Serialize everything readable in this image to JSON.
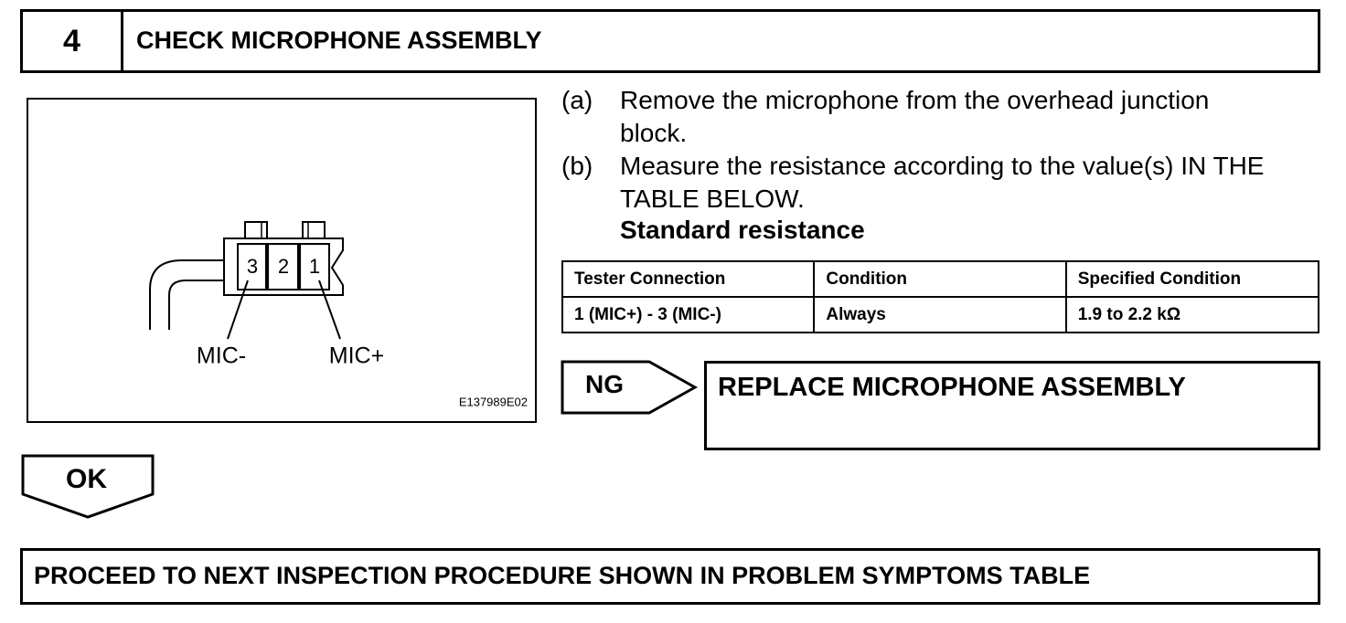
{
  "step": {
    "number": "4",
    "title": "CHECK MICROPHONE ASSEMBLY"
  },
  "diagram": {
    "pins": [
      "3",
      "2",
      "1"
    ],
    "label_mic_minus": "MIC-",
    "label_mic_plus": "MIC+",
    "code": "E137989E02"
  },
  "instructions": [
    {
      "marker": "(a)",
      "lines": [
        "Remove the microphone from the overhead junction",
        "block."
      ]
    },
    {
      "marker": "(b)",
      "lines": [
        "Measure the resistance according to the value(s) IN THE",
        "TABLE BELOW."
      ]
    }
  ],
  "standard_heading": "Standard resistance",
  "table": {
    "headers": [
      "Tester Connection",
      "Condition",
      "Specified Condition"
    ],
    "rows": [
      [
        "1 (MIC+) - 3 (MIC-)",
        "Always",
        "1.9 to 2.2 kΩ"
      ]
    ]
  },
  "ng": {
    "label": "NG",
    "action": "REPLACE MICROPHONE ASSEMBLY"
  },
  "ok": {
    "label": "OK"
  },
  "next": {
    "text": "PROCEED TO NEXT INSPECTION PROCEDURE SHOWN IN PROBLEM SYMPTOMS TABLE"
  }
}
